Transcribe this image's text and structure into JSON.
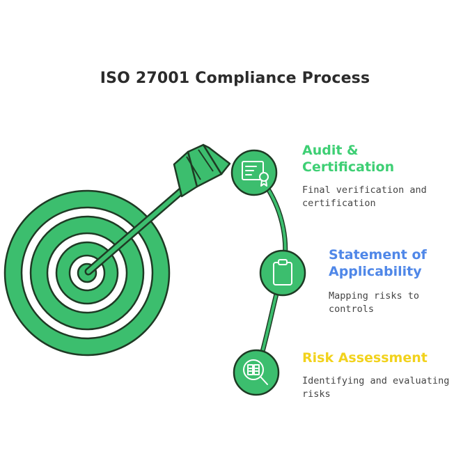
{
  "title": "ISO 27001 Compliance Process",
  "colors": {
    "green_fill": "#3cbe6e",
    "dark_outline": "#1e3a24",
    "audit_title": "#3ecf74",
    "soa_title": "#4f87e8",
    "risk_title": "#f2d21c",
    "description": "#444444"
  },
  "steps": [
    {
      "title_line1": "Audit &",
      "title_line2": "Certification",
      "desc_line1": "Final verification and",
      "desc_line2": "certification",
      "icon": "certificate-icon"
    },
    {
      "title_line1": "Statement of",
      "title_line2": "Applicability",
      "desc_line1": "Mapping risks to controls",
      "desc_line2": "",
      "icon": "clipboard-icon"
    },
    {
      "title_line1": "Risk Assessment",
      "title_line2": "",
      "desc_line1": "Identifying and evaluating",
      "desc_line2": "risks",
      "icon": "magnifier-document-icon"
    }
  ]
}
